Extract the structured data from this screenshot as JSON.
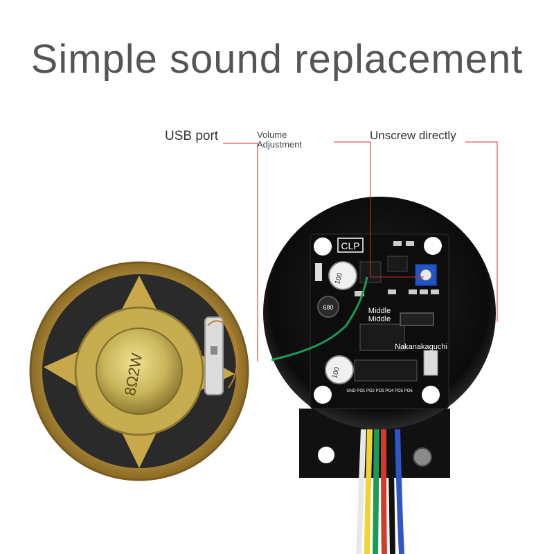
{
  "headline": "Simple sound replacement",
  "callouts": {
    "usb_port": "USB port",
    "volume_line1": "Volume",
    "volume_line2": "Adjustment",
    "unscrew": "Unscrew directly"
  },
  "speaker": {
    "rating_label": "8Ω2W"
  },
  "board": {
    "brand_label": "CLP",
    "chip_label": "Middle",
    "chip_label_2": "Middle",
    "maker_label": "Nakanakaguchi",
    "capacitor_top": "100",
    "capacitor_bottom": "100",
    "inductor_label": "680",
    "pin_row": "GND PO1 PO2 PO3 PO4 PO5 PO6"
  },
  "colors": {
    "callout_line": "#d42a2a",
    "headline": "#555555",
    "housing": "#151515",
    "pcb": "#0d0d0d",
    "speaker_rim": "#b9933a",
    "speaker_cone": "#2a2a2a",
    "potentiometer": "#2255c8",
    "wire_green": "#1c9a56"
  }
}
